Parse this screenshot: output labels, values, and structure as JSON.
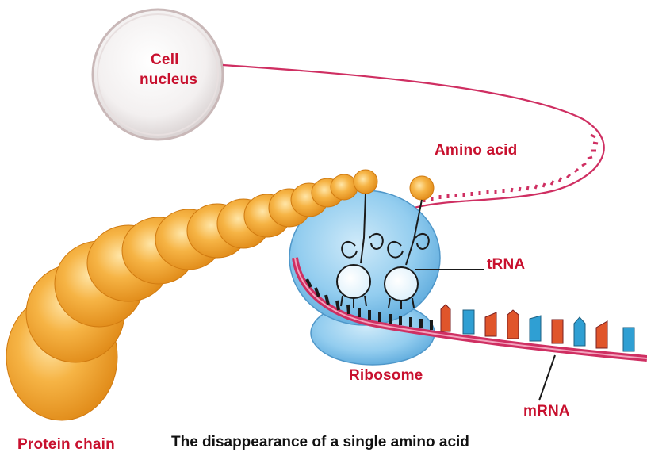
{
  "labels": {
    "cell_line1": "Cell",
    "cell_line2": "nucleus",
    "amino_acid": "Amino acid",
    "trna": "tRNA",
    "ribosome": "Ribosome",
    "mrna": "mRNA",
    "protein_chain": "Protein chain"
  },
  "caption": "The disappearance of a single amino acid",
  "colors": {
    "label_red": "#c8102e",
    "strand_pink": "#d6336c",
    "ribosome_blue": "#8cc8ec",
    "bead_orange": "#f2a12e",
    "base_orange": "#e0552b",
    "base_blue": "#2f9fd3"
  }
}
